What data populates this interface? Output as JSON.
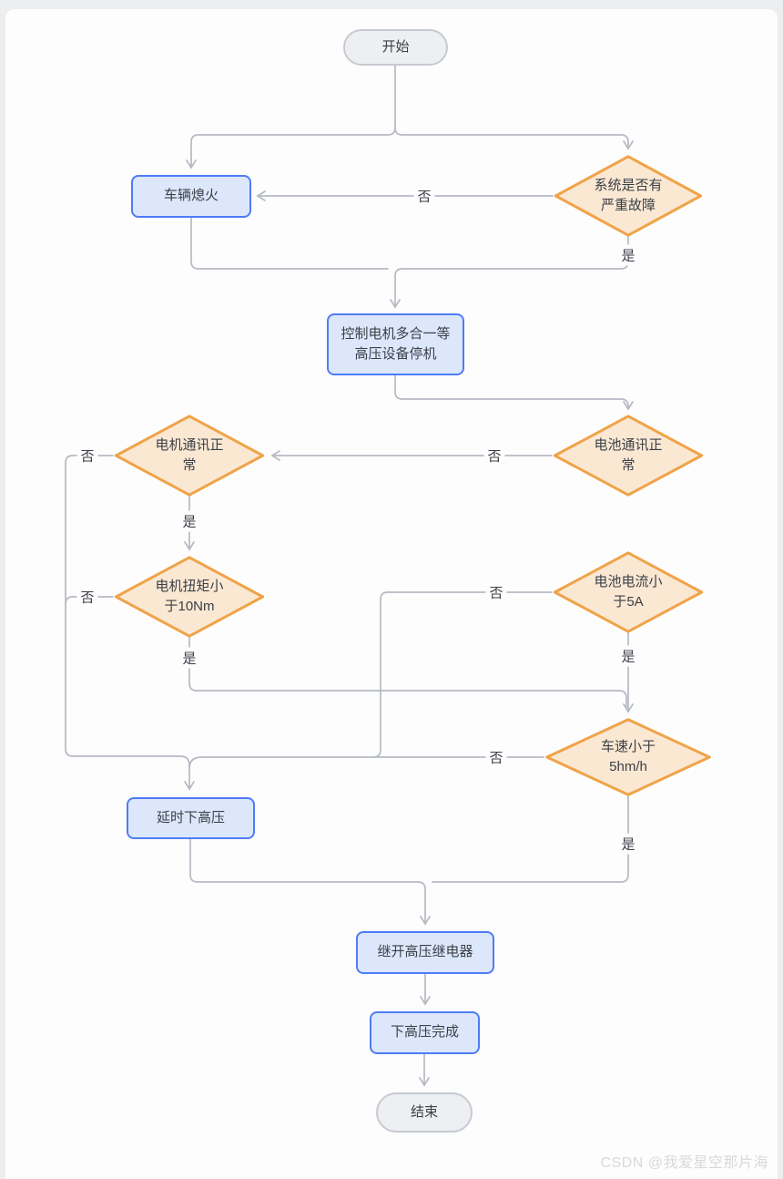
{
  "colors": {
    "line": "#b6bac2",
    "process_border": "#4e7cf6",
    "process_fill": "#dce7fc",
    "decision_border": "#f0a348",
    "decision_fill": "#fae8d3",
    "terminator_border": "#c6cad1",
    "terminator_fill": "#edeff1",
    "text": "#3b3f46",
    "watermark": "#d9d9d9"
  },
  "nodes": {
    "start": "开始",
    "vehicle_off": "车辆熄火",
    "fault_check": "系统是否有\n严重故障",
    "stop_hv_devices": "控制电机多合一等\n高压设备停机",
    "motor_comm": "电机通讯正\n常",
    "battery_comm": "电池通讯正\n常",
    "motor_torque": "电机扭矩小\n于10Nm",
    "battery_current": "电池电流小\n于5A",
    "vehicle_speed": "车速小于\n5hm/h",
    "delay_hv_down": "延时下高压",
    "open_hv_relay": "继开高压继电器",
    "hv_down_done": "下高压完成",
    "end": "结束"
  },
  "edge_labels": {
    "yes": "是",
    "no": "否"
  },
  "watermark": "CSDN @我爱星空那片海"
}
